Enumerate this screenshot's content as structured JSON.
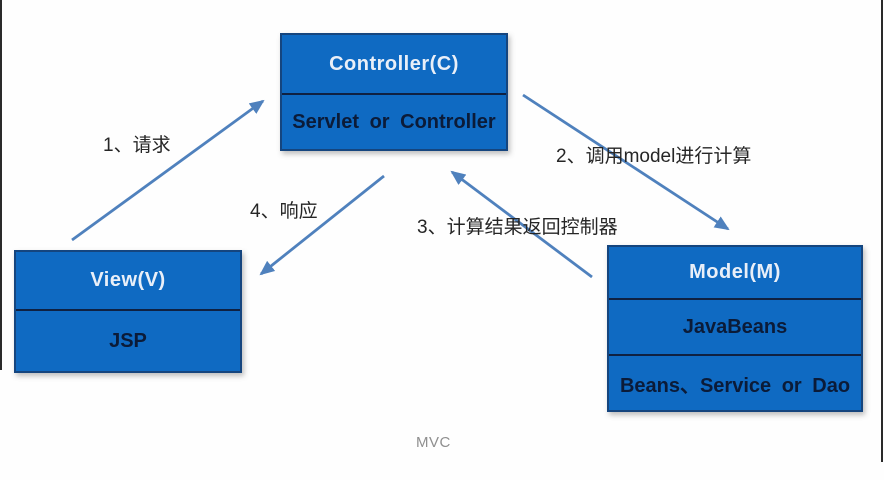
{
  "diagram": {
    "caption": "MVC",
    "nodes": {
      "controller": {
        "title": "Controller(C)",
        "rows": [
          "Servlet or Controller"
        ]
      },
      "view": {
        "title": "View(V)",
        "rows": [
          "JSP"
        ]
      },
      "model": {
        "title": "Model(M)",
        "rows": [
          "JavaBeans",
          "Beans、Service or Dao"
        ]
      }
    },
    "edges": [
      {
        "step": "1",
        "label": "1、请求",
        "from": "View",
        "to": "Controller"
      },
      {
        "step": "2",
        "label": "2、调用model进行计算",
        "from": "Controller",
        "to": "Model"
      },
      {
        "step": "3",
        "label": "3、计算结果返回控制器",
        "from": "Model",
        "to": "Controller"
      },
      {
        "step": "4",
        "label": "4、响应",
        "from": "Controller",
        "to": "View"
      }
    ],
    "colors": {
      "box_fill": "#0f6ac2",
      "box_border": "#15457e",
      "divider": "#0f2142",
      "title_text": "#e9eff8",
      "row_text": "#0b1b38",
      "arrow": "#4f81bd",
      "label_text": "#262626",
      "caption_text": "#8f8f8f"
    }
  }
}
